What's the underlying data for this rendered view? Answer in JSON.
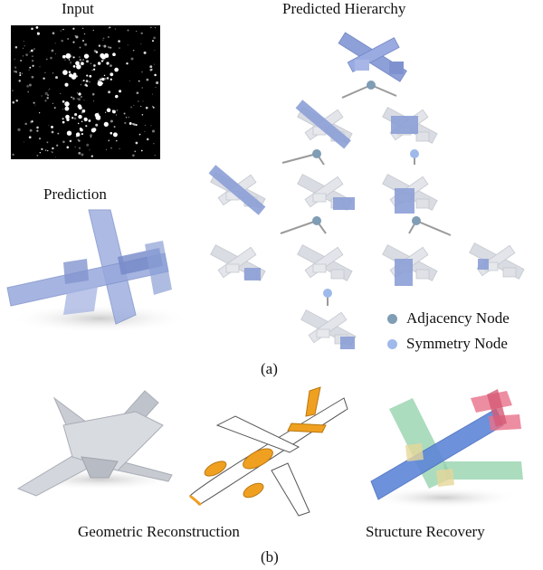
{
  "labels": {
    "input": "Input",
    "predicted_hierarchy": "Predicted Hierarchy",
    "prediction": "Prediction",
    "caption_a": "(a)",
    "geometric_reconstruction": "Geometric Reconstruction",
    "structure_recovery": "Structure Recovery",
    "caption_b": "(b)"
  },
  "legend": {
    "adjacency": {
      "label": "Adjacency Node",
      "color": "#7f9db5"
    },
    "symmetry": {
      "label": "Symmetry Node",
      "color": "#9fb9ea"
    }
  },
  "colors": {
    "part_blue": "#8c9fd6",
    "ghost": "#d8dbe0",
    "node_line": "#9a9a9a",
    "engine_orange": "#f0a020",
    "green_part": "#8fd0a8",
    "red_part": "#e8708a"
  }
}
